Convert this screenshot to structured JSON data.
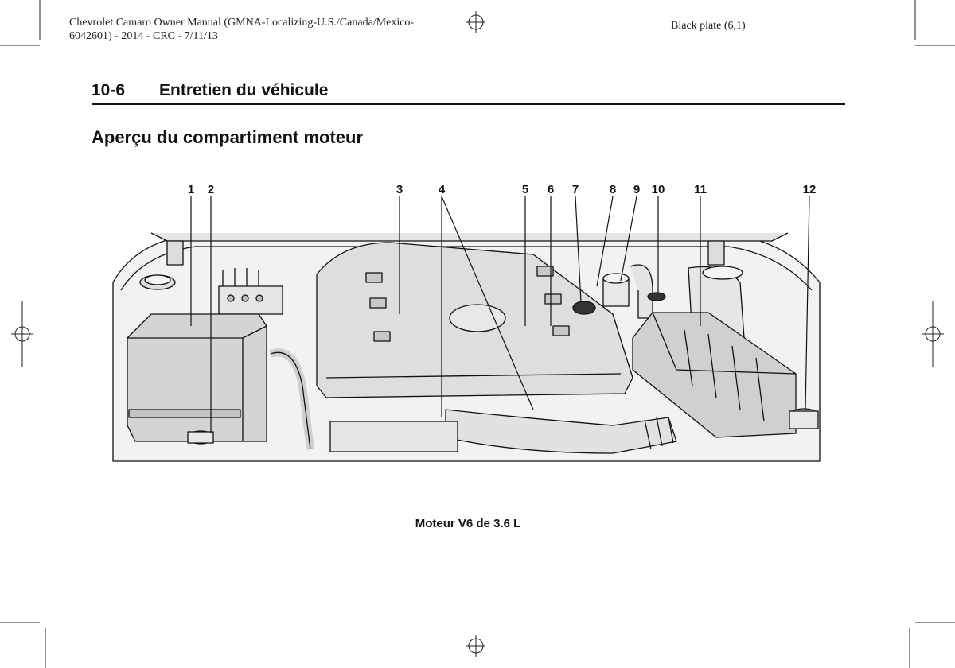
{
  "header": {
    "line1": "Chevrolet Camaro Owner Manual (GMNA-Localizing-U.S./Canada/Mexico-",
    "line2": "6042601) - 2014 - CRC - 7/11/13",
    "plate": "Black plate (6,1)"
  },
  "section": {
    "number": "10-6",
    "title": "Entretien du véhicule"
  },
  "page_title": "Aperçu du compartiment moteur",
  "figure": {
    "callouts": [
      "1",
      "2",
      "3",
      "4",
      "5",
      "6",
      "7",
      "8",
      "9",
      "10",
      "11",
      "12"
    ],
    "caption": "Moteur V6 de 3.6 L"
  },
  "colors": {
    "ink": "#111111",
    "fill_light": "#efefef",
    "fill_mid": "#dcdcdc",
    "fill_dark": "#bdbdbd"
  }
}
